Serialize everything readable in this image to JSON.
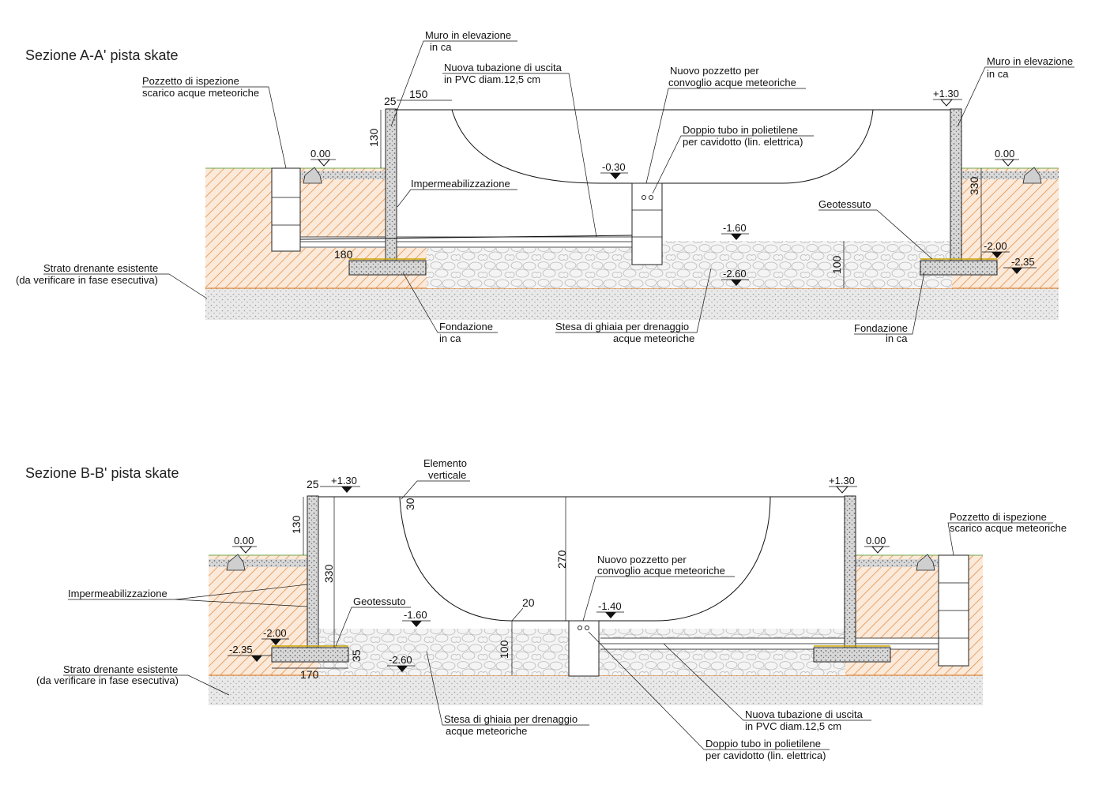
{
  "sections": [
    {
      "title": "Sezione A-A' pista skate",
      "labels": {
        "pozzetto_ispezione_1": "Pozzetto di ispezione",
        "pozzetto_ispezione_2": "scarico acque meteoriche",
        "muro_left_1": "Muro in elevazione",
        "muro_left_2": "in ca",
        "tubazione_1": "Nuova tubazione di uscita",
        "tubazione_2": "in PVC diam.12,5 cm",
        "nuovo_pozzetto_1": "Nuovo pozzetto per",
        "nuovo_pozzetto_2": "convoglio acque meteoriche",
        "muro_right_1": "Muro in elevazione",
        "muro_right_2": "in ca",
        "doppio_tubo_1": "Doppio tubo in polietilene",
        "doppio_tubo_2": "per cavidotto (lin. elettrica)",
        "impermeabilizzazione": "Impermeabilizzazione",
        "geotessuto": "Geotessuto",
        "strato_1": "Strato drenante esistente",
        "strato_2": "(da verificare in fase esecutiva)",
        "fondazione_left_1": "Fondazione",
        "fondazione_left_2": "in ca",
        "stesa_1": "Stesa di ghiaia per drenaggio",
        "stesa_2": "acque meteoriche",
        "fondazione_right_1": "Fondazione",
        "fondazione_right_2": "in ca"
      },
      "dimensions": {
        "d25": "25",
        "d150": "150",
        "d130": "130",
        "d180": "180",
        "d330": "330",
        "d100": "100"
      },
      "levels": {
        "l_000_left": "0.00",
        "l_000_right": "0.00",
        "l_p130": "+1.30",
        "l_m030": "-0.30",
        "l_m160": "-1.60",
        "l_m200": "-2.00",
        "l_m235": "-2.35",
        "l_m260": "-2.60"
      }
    },
    {
      "title": "Sezione B-B' pista skate",
      "labels": {
        "elemento_1": "Elemento",
        "elemento_2": "verticale",
        "pozzetto_ispezione_1": "Pozzetto di ispezione",
        "pozzetto_ispezione_2": "scarico acque meteoriche",
        "impermeabilizzazione": "Impermeabilizzazione",
        "geotessuto": "Geotessuto",
        "nuovo_pozzetto_1": "Nuovo pozzetto per",
        "nuovo_pozzetto_2": "convoglio acque meteoriche",
        "strato_1": "Strato drenante esistente",
        "strato_2": "(da verificare in fase esecutiva)",
        "stesa_1": "Stesa di ghiaia per drenaggio",
        "stesa_2": "acque meteoriche",
        "tubazione_1": "Nuova tubazione di uscita",
        "tubazione_2": "in PVC diam.12,5 cm",
        "doppio_tubo_1": "Doppio tubo in polietilene",
        "doppio_tubo_2": "per cavidotto (lin. elettrica)"
      },
      "dimensions": {
        "d25": "25",
        "d30": "30",
        "d130": "130",
        "d330": "330",
        "d270": "270",
        "d20": "20",
        "d100": "100",
        "d35": "35",
        "d170": "170"
      },
      "levels": {
        "l_p130_left": "+1.30",
        "l_p130_right": "+1.30",
        "l_000_left": "0.00",
        "l_000_right": "0.00",
        "l_m160": "-1.60",
        "l_m140": "-1.40",
        "l_m200": "-2.00",
        "l_m235": "-2.35",
        "l_m260": "-2.60"
      }
    }
  ]
}
